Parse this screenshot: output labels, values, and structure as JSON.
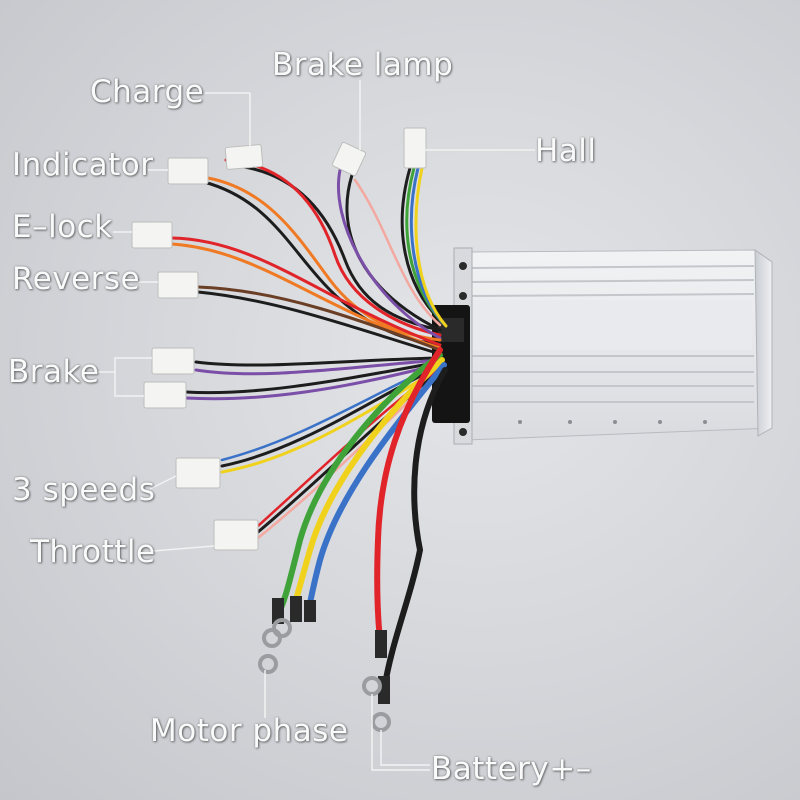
{
  "labels": {
    "brake_lamp": "Brake lamp",
    "charge": "Charge",
    "indicator": "Indicator",
    "hall": "Hall",
    "e_lock": "E–lock",
    "reverse": "Reverse",
    "brake": "Brake",
    "three_speeds": "3 speeds",
    "throttle": "Throttle",
    "motor_phase": "Motor phase",
    "battery": "Battery+–"
  },
  "colors": {
    "background": "#d3d5d9",
    "controller_body": "#e3e5e8",
    "wire_red": "#e0242a",
    "wire_black": "#1d1d1d",
    "wire_yellow": "#f0d21c",
    "wire_green": "#3fa33a",
    "wire_blue": "#3a72c8",
    "wire_orange": "#f07a23",
    "wire_purple": "#7b4fa8",
    "wire_brown": "#6b3f25",
    "label_text": "#fafafa",
    "leader_line": "#f2f2f2"
  },
  "icons": [
    "controller-box-icon",
    "connector-icon",
    "ring-terminal-icon",
    "wire-bundle-icon"
  ]
}
